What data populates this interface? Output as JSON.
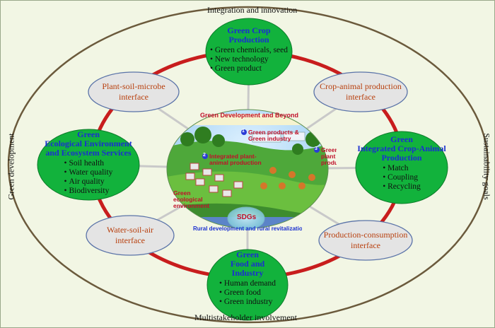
{
  "outer_labels": {
    "top": "Integration and innovation",
    "bottom": "Multistakeholder involvement",
    "left": "Green development",
    "right": "Sustainability goals"
  },
  "green_nodes": {
    "crop": {
      "title": [
        "Green Crop",
        "Production"
      ],
      "items": [
        "Green chemicals, seed",
        "New technology",
        "Green product"
      ]
    },
    "crop_animal": {
      "title": [
        "Green",
        "Integrated Crop-Animal",
        "Production"
      ],
      "items": [
        "Match",
        "Coupling",
        "Recycling"
      ]
    },
    "food": {
      "title": [
        "Green",
        "Food and",
        "Industry"
      ],
      "items": [
        "Human demand",
        "Green food",
        "Green industry"
      ]
    },
    "ecology": {
      "title": [
        "Green",
        "Ecological Environment",
        "and Ecosystem Services"
      ],
      "items": [
        "Soil health",
        "Water quality",
        "Air quality",
        "Biodiversity"
      ]
    }
  },
  "interface_nodes": {
    "plant_soil": [
      "Plant-soil-microbe",
      "interface"
    ],
    "crop_animal": [
      "Crop-animal production",
      "interface"
    ],
    "production_consumption": [
      "Production-consumption",
      "interface"
    ],
    "water_soil_air": [
      "Water-soil-air",
      "interface"
    ]
  },
  "center": {
    "banner": "Green Development and Beyond",
    "label_products": "Green products & Green industry",
    "label_integrated": "Integrated plant-animal production",
    "label_plant": "Green plant production",
    "label_eco": "Green ecological environment",
    "sdgs": "SDGs",
    "bottom_banner": "Rural development and rural revitalization",
    "badges": [
      "1",
      "2",
      "3"
    ]
  },
  "colors": {
    "background": "#f2f6e4",
    "outer_ellipse": "#6b5a3c",
    "ring": "#c81d1d",
    "green_node": "#12b23c",
    "interface_node": "#e4e4e4",
    "title_text": "#1a2fd0",
    "interface_text": "#b8400f"
  }
}
